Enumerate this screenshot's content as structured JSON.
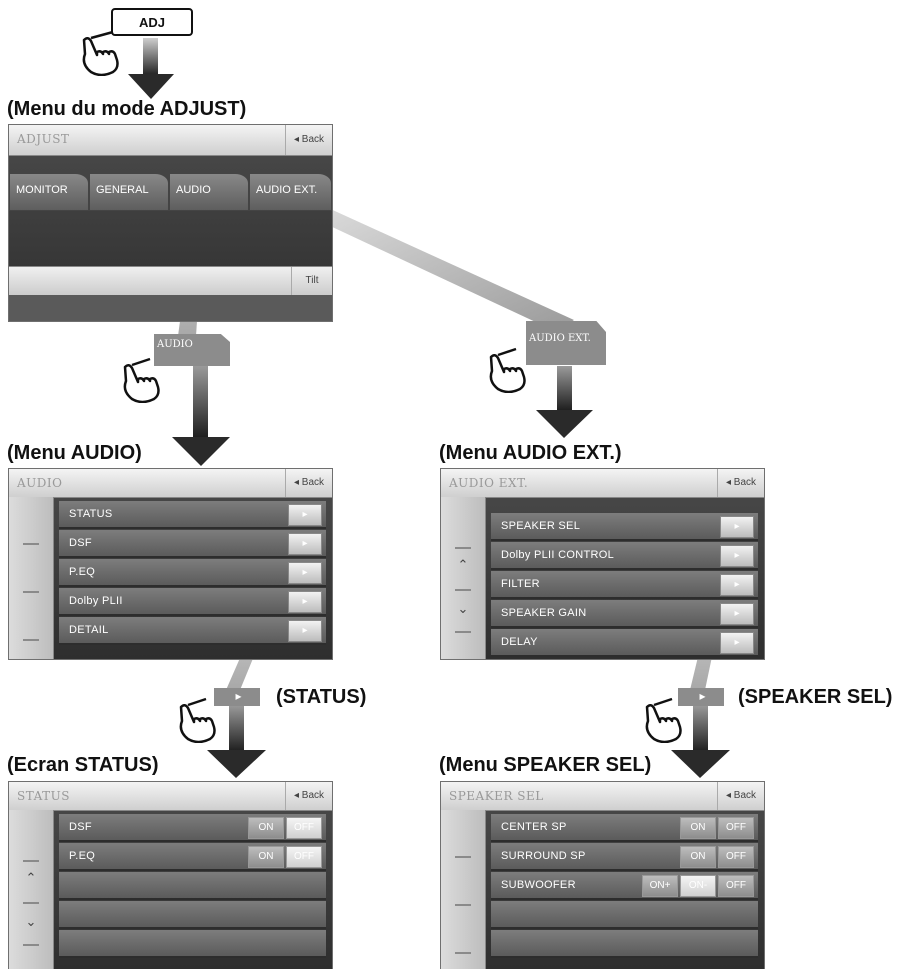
{
  "adj_key": "ADJ",
  "captions": {
    "adjust_menu": "(Menu du mode ADJUST)",
    "audio_menu": "(Menu AUDIO)",
    "audio_ext_menu": "(Menu AUDIO EXT.)",
    "status_label": "(STATUS)",
    "speaker_sel_label": "(SPEAKER SEL)",
    "status_screen": "(Ecran STATUS)",
    "speaker_sel_menu": "(Menu SPEAKER SEL)"
  },
  "adjust_screen": {
    "title": "ADJUST",
    "back": "◂ Back",
    "tabs": [
      "MONITOR",
      "GENERAL",
      "AUDIO",
      "AUDIO EXT."
    ],
    "tilt": "Tilt"
  },
  "chips": {
    "audio": "AUDIO",
    "audio_ext": "AUDIO EXT.",
    "arrow_right": "▸"
  },
  "audio_screen": {
    "title": "AUDIO",
    "back": "◂ Back",
    "items": [
      "STATUS",
      "DSF",
      "P.EQ",
      "Dolby PLII",
      "DETAIL"
    ]
  },
  "audio_ext_screen": {
    "title": "AUDIO EXT.",
    "back": "◂ Back",
    "items": [
      "SPEAKER SEL",
      "Dolby PLII CONTROL",
      "FILTER",
      "SPEAKER GAIN",
      "DELAY"
    ]
  },
  "status_screen": {
    "title": "STATUS",
    "back": "◂ Back",
    "rows": [
      {
        "label": "DSF",
        "on": "ON",
        "off": "OFF"
      },
      {
        "label": "P.EQ",
        "on": "ON",
        "off": "OFF"
      }
    ]
  },
  "speaker_sel_screen": {
    "title": "SPEAKER SEL",
    "back": "◂ Back",
    "rows": [
      {
        "label": "CENTER SP",
        "on": "ON",
        "off": "OFF"
      },
      {
        "label": "SURROUND SP",
        "on": "ON",
        "off": "OFF"
      },
      {
        "label": "SUBWOOFER",
        "onplus": "ON+",
        "onminus": "ON-",
        "off": "OFF"
      }
    ]
  },
  "colors": {
    "arrow": "#2a2a2a",
    "screen_body": "#3f3f3f",
    "titlebar": "#e4e4e4"
  }
}
